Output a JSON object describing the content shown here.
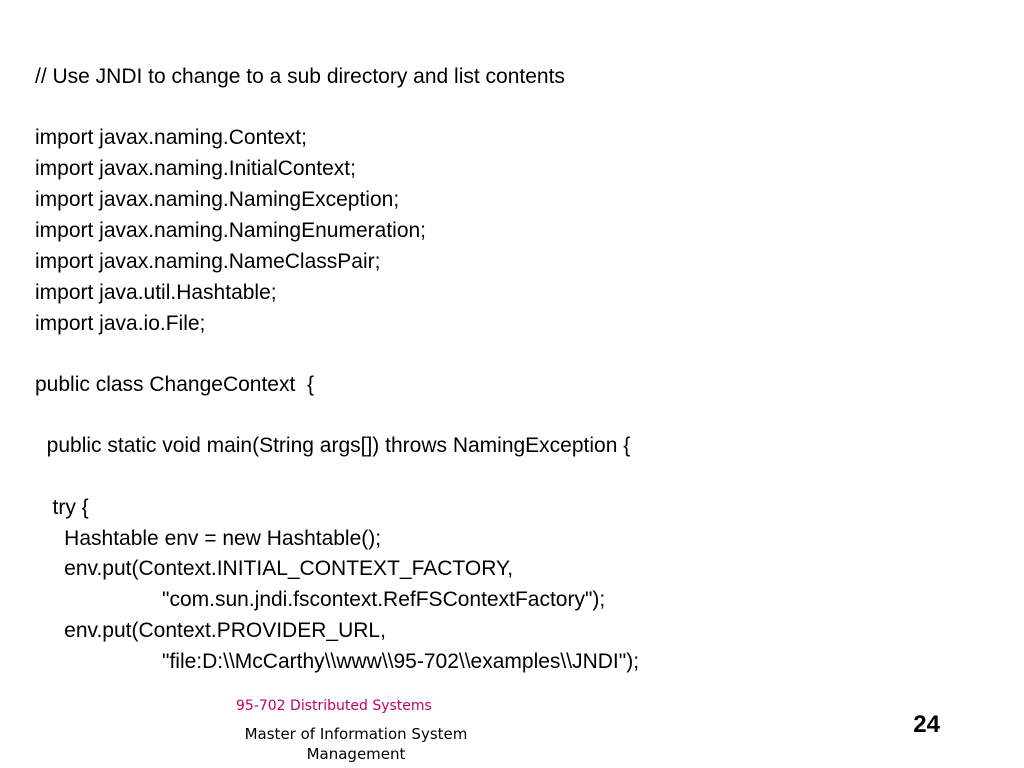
{
  "code_lines": [
    "// Use JNDI to change to a sub directory and list contents",
    "import javax.naming.Context;",
    "import javax.naming.InitialContext;",
    "import javax.naming.NamingException;",
    "import javax.naming.NamingEnumeration;",
    "import javax.naming.NameClassPair;",
    "import java.util.Hashtable;",
    "import java.io.File;",
    "public class ChangeContext  {",
    "  public static void main(String args[]) throws NamingException {",
    "   try {",
    "     Hashtable env = new Hashtable();",
    "     env.put(Context.INITIAL_CONTEXT_FACTORY,",
    "\"com.sun.jndi.fscontext.RefFSContextFactory\");",
    "     env.put(Context.PROVIDER_URL,",
    "\"file:D:\\\\McCarthy\\\\www\\\\95-702\\\\examples\\\\JNDI\");"
  ],
  "footer": {
    "course": "95-702 Distributed Systems",
    "program": "Master of Information System Management",
    "page_number": "24"
  },
  "colors": {
    "course_text": "#c0006a",
    "body_text": "#000000",
    "background": "#ffffff"
  }
}
